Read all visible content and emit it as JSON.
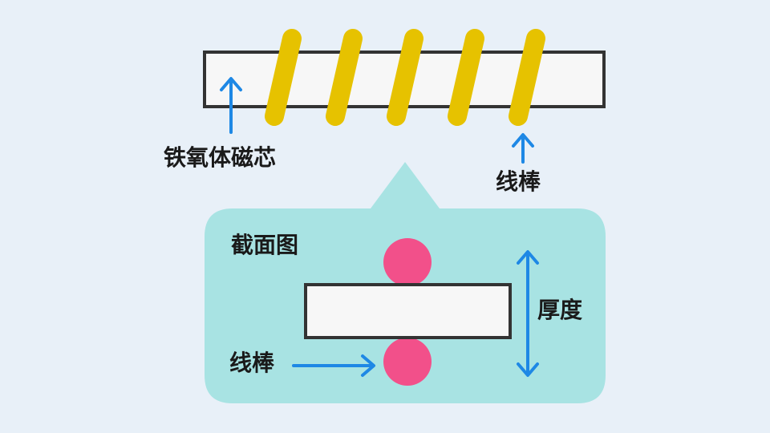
{
  "labels": {
    "ferrite_core": "铁氧体磁芯",
    "wire_top": "线棒",
    "cross_section": "截面图",
    "thickness": "厚度",
    "wire_bottom": "线棒"
  },
  "colors": {
    "background": "#e8f0f8",
    "core_fill": "#f7f7f7",
    "core_stroke": "#333333",
    "winding": "#e6c200",
    "arrow": "#1e88e5",
    "callout": "#a8e3e3",
    "wire_section": "#f2508a"
  }
}
